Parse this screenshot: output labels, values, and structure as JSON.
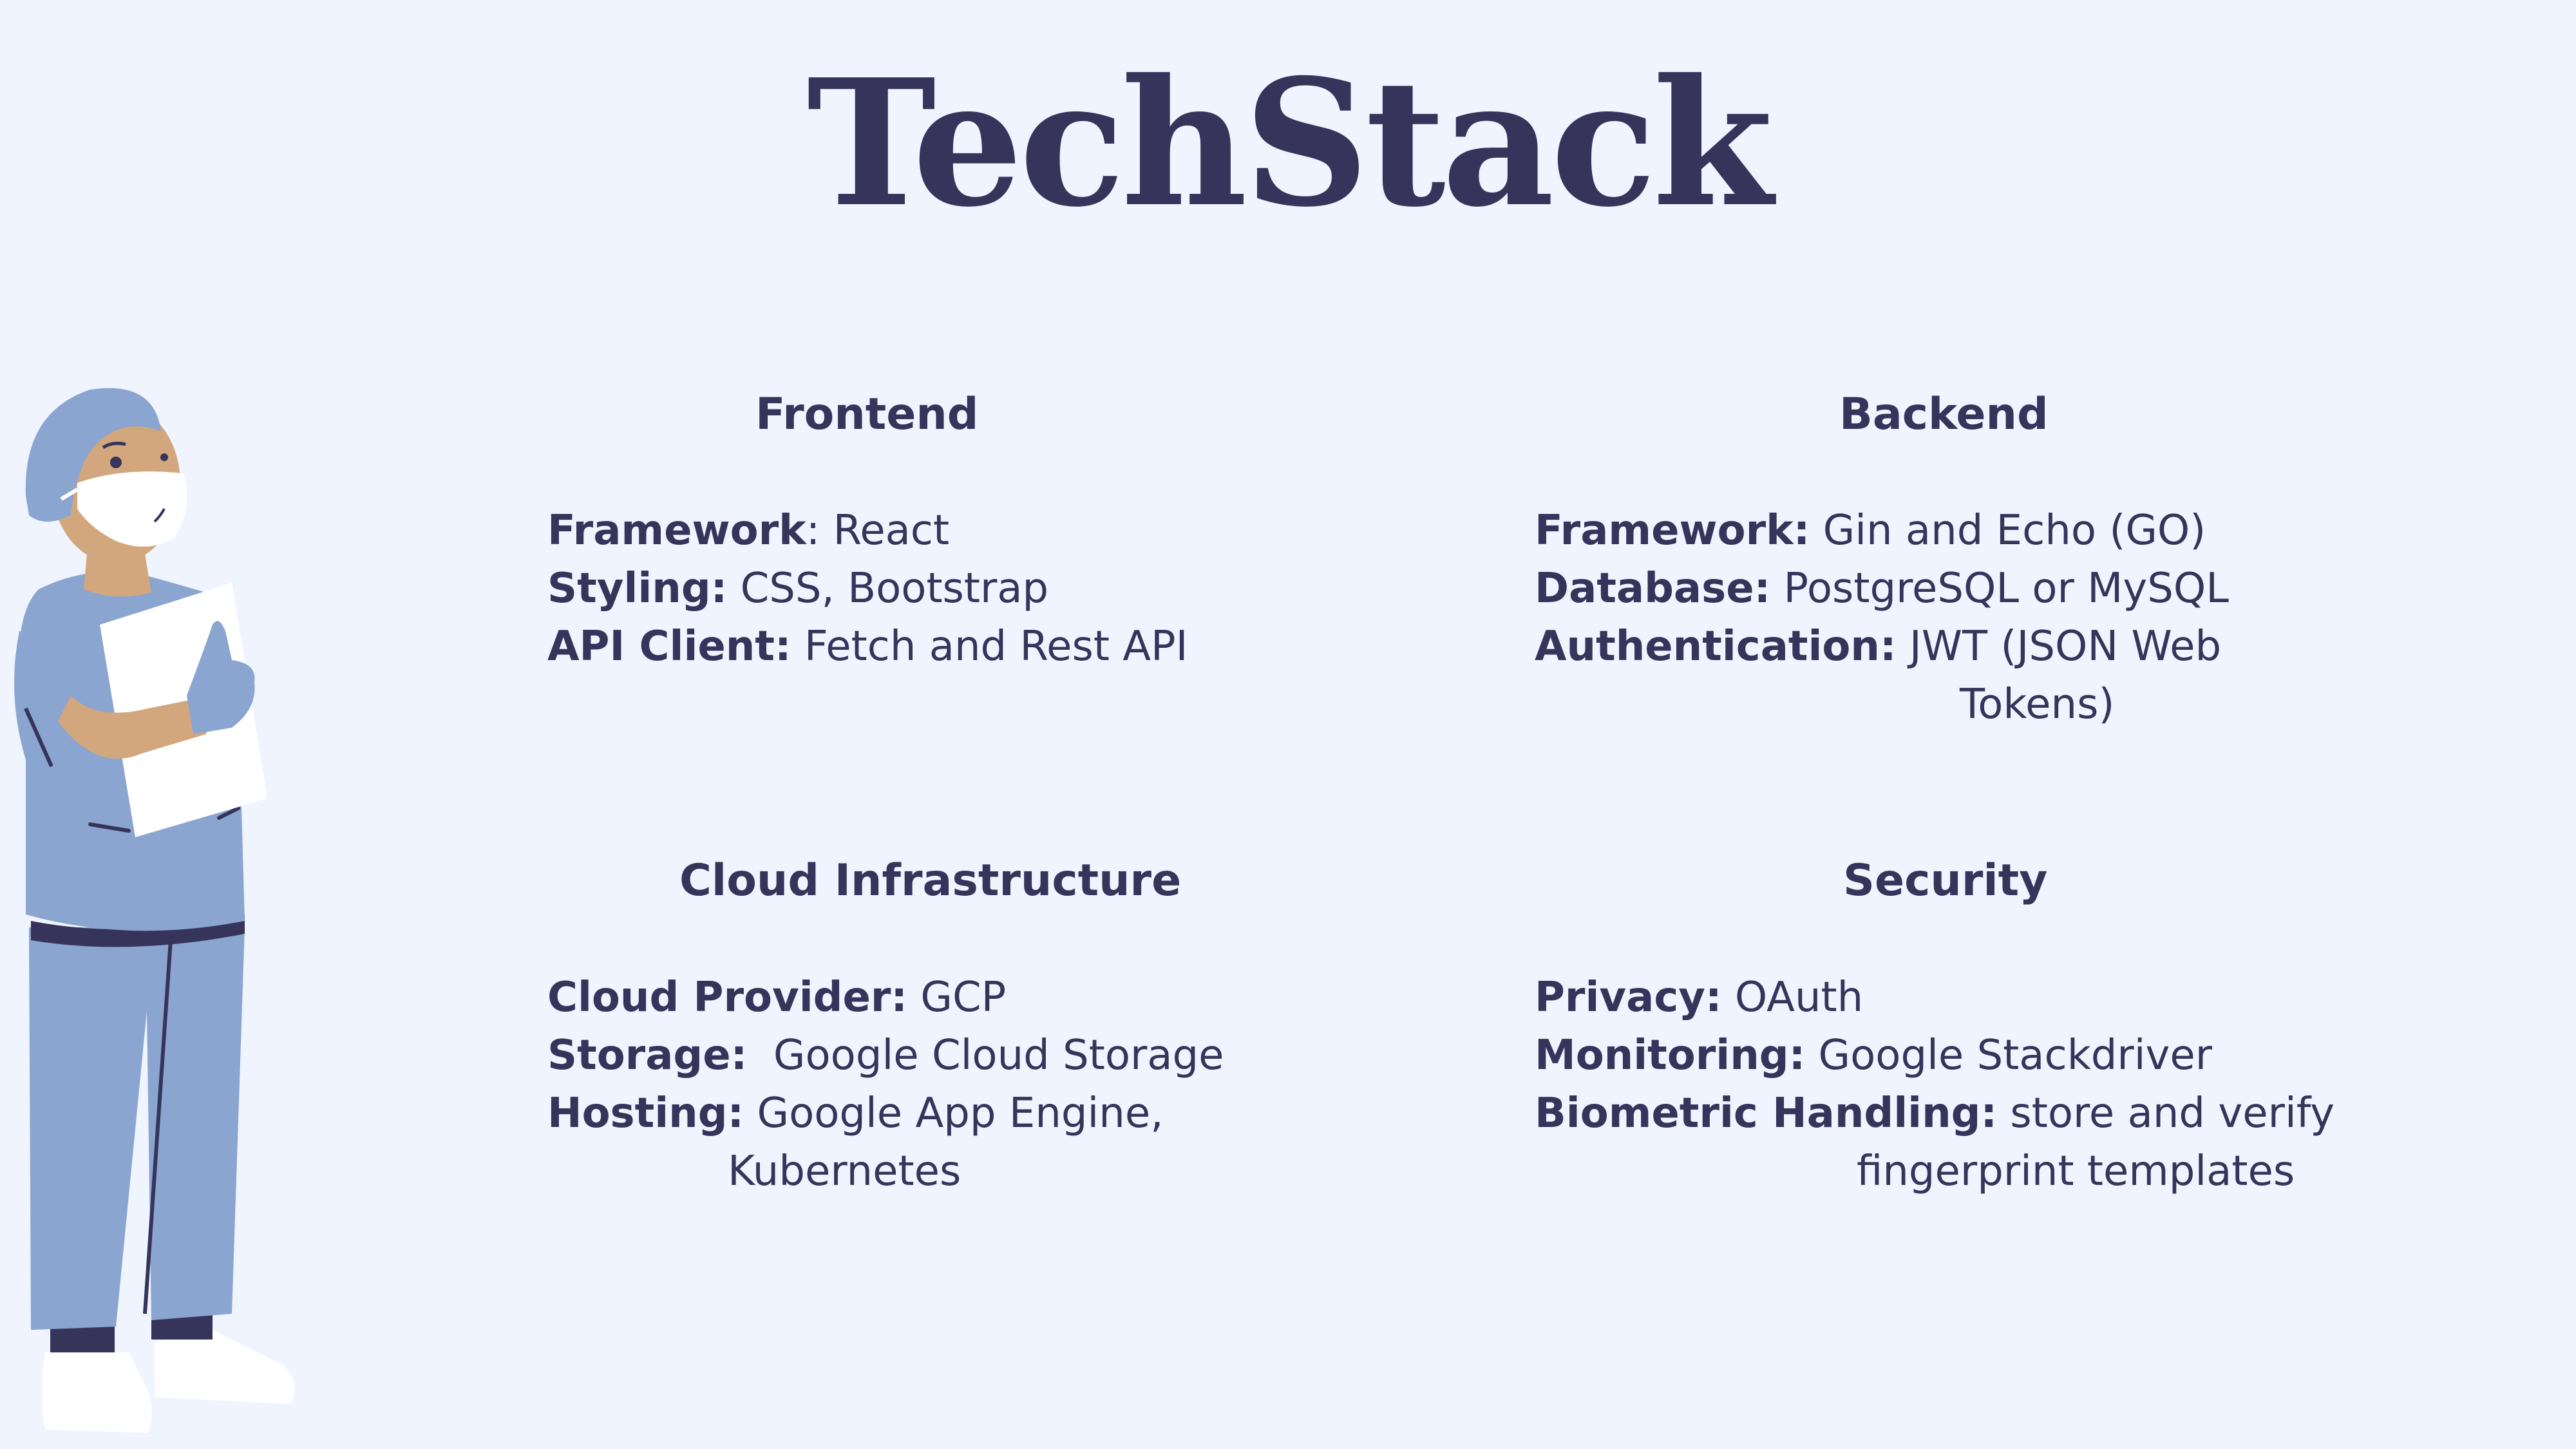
{
  "title": "TechStack",
  "colors": {
    "background": "#EFF4FF",
    "text": "#36345A",
    "scrubs": "#8AA5CF",
    "skin": "#D3A77E"
  },
  "icons": [
    "doctor-illustration",
    "clipboard-icon"
  ],
  "sections": {
    "frontend": {
      "heading": "Frontend",
      "items": [
        {
          "label": "Framework",
          "sep": ":",
          "value": " React"
        },
        {
          "label": "Styling:",
          "sep": "",
          "value": " CSS, Bootstrap"
        },
        {
          "label": "API Client:",
          "sep": "",
          "value": " Fetch and Rest API"
        }
      ]
    },
    "backend": {
      "heading": "Backend",
      "items": [
        {
          "label": "Framework:",
          "value": " Gin and Echo (GO)"
        },
        {
          "label": "Database:",
          "value": " PostgreSQL or MySQL"
        },
        {
          "label": "Authentication:",
          "value": " JWT (JSON Web",
          "cont": "Tokens)"
        }
      ]
    },
    "cloud": {
      "heading": "Cloud Infrastructure",
      "items": [
        {
          "label": "Cloud Provider:",
          "value": " GCP"
        },
        {
          "label": "Storage:",
          "value": "  Google Cloud Storage"
        },
        {
          "label": "Hosting:",
          "value": " Google App Engine,",
          "cont": "Kubernetes"
        }
      ]
    },
    "security": {
      "heading": "Security",
      "items": [
        {
          "label": "Privacy:",
          "value": " OAuth"
        },
        {
          "label": "Monitoring:",
          "value": " Google Stackdriver"
        },
        {
          "label": "Biometric Handling:",
          "value": " store and verify",
          "cont": "fingerprint templates"
        }
      ]
    }
  }
}
